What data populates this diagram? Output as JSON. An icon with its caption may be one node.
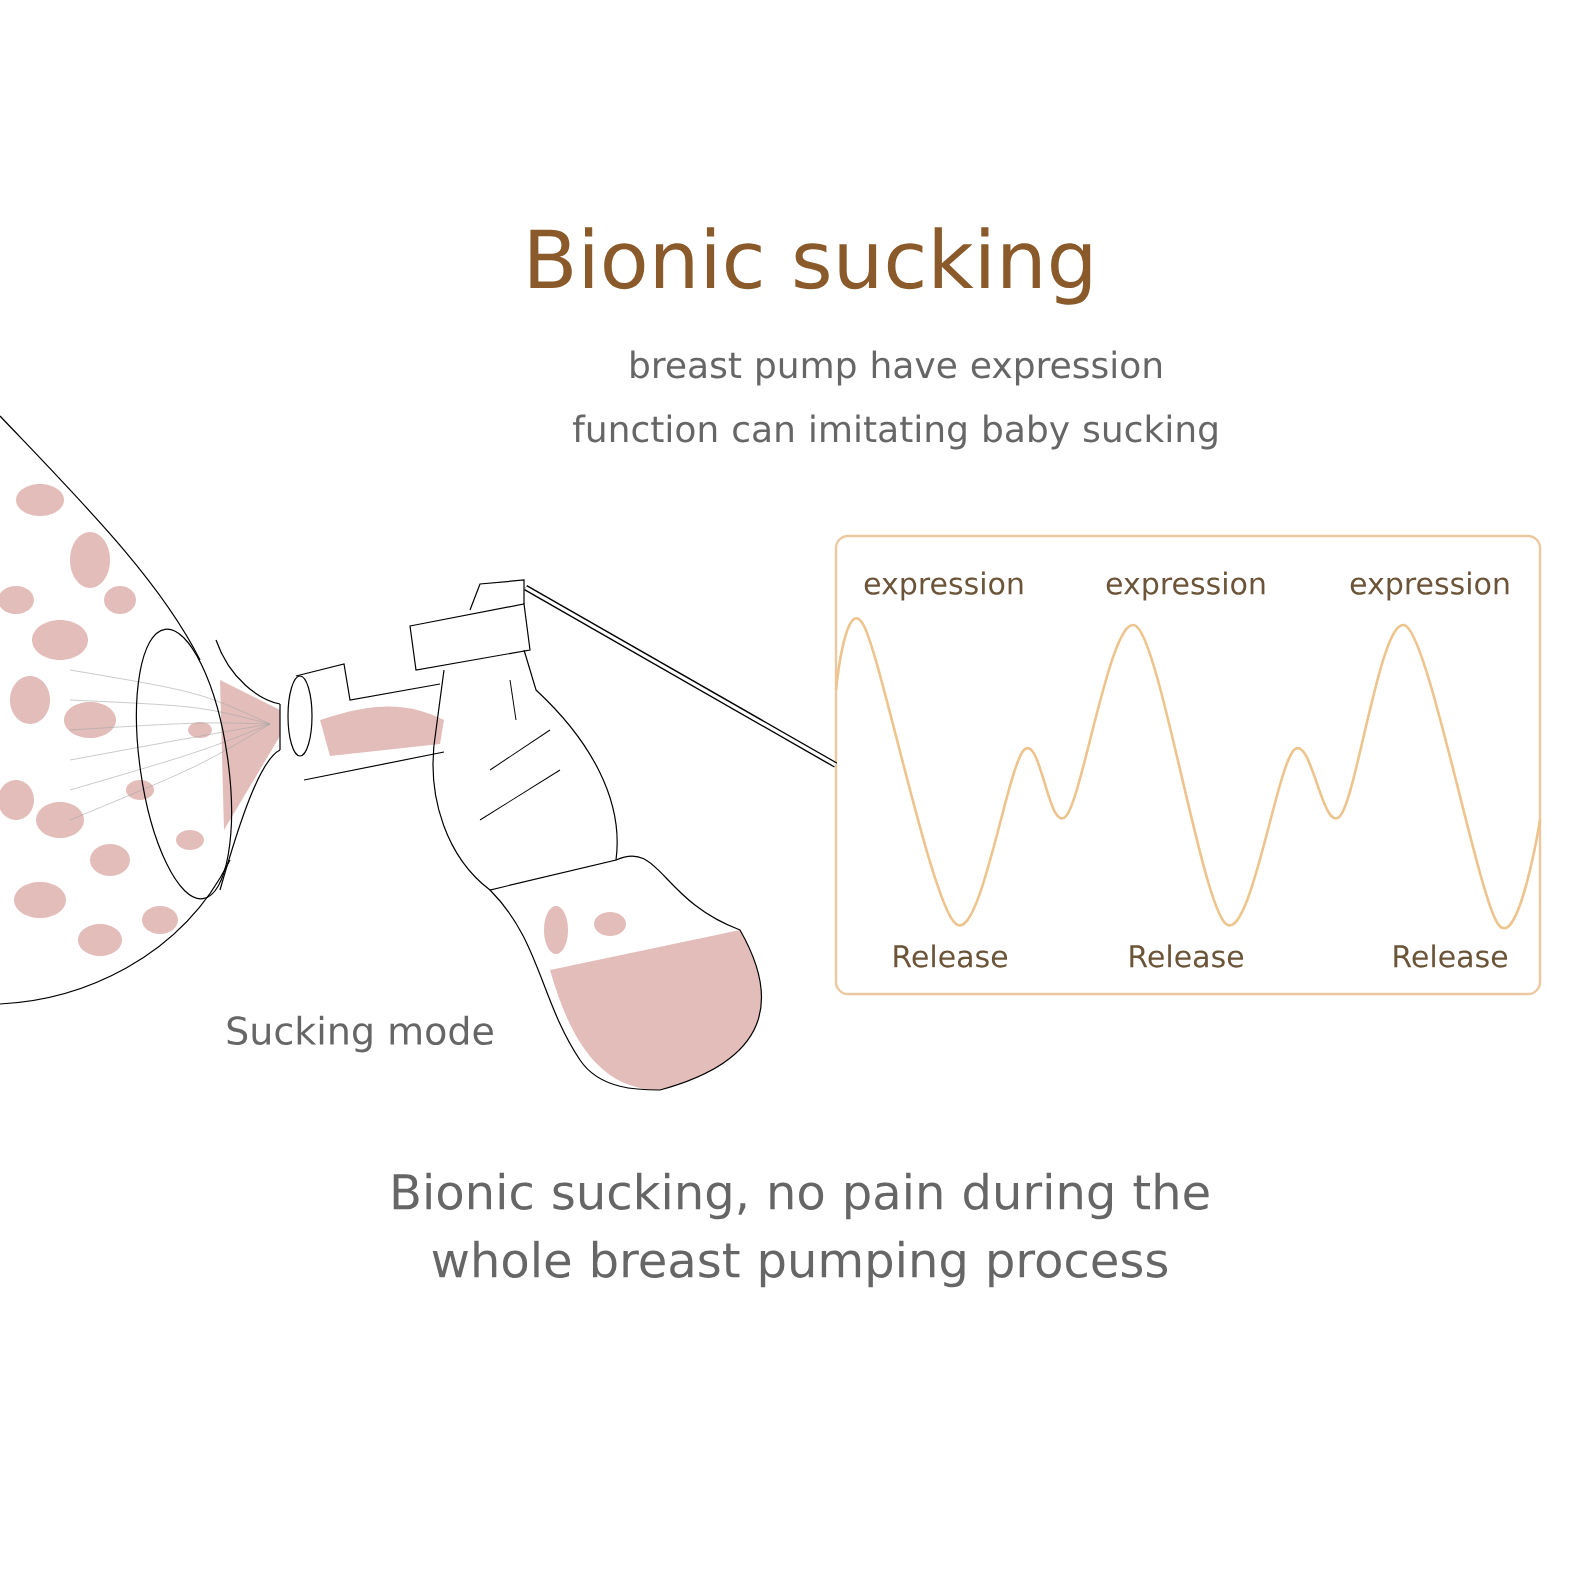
{
  "diagram": {
    "title": "Bionic sucking",
    "caption": "Bionic sucking, no pain during the whole breast pumping process",
    "nodes": [
      {
        "text": [],
        "shape": "picture"
      },
      {
        "text": [
          "expression",
          "expression",
          "expression",
          "Release",
          "Release",
          "Release"
        ]
      }
    ],
    "edges": [
      {
        "from": 0,
        "to": 1,
        "arrow": "none"
      }
    ],
    "labels": [
      "breast pump have expression function can imitating baby sucking",
      "Sucking mode"
    ]
  }
}
